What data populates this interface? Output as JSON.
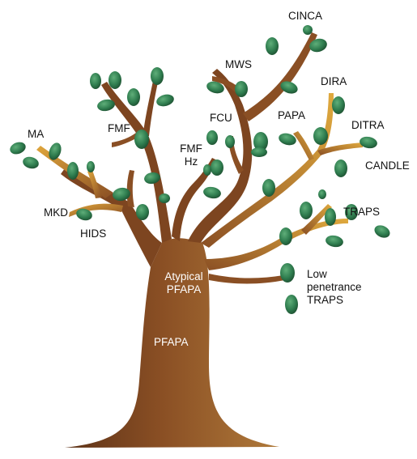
{
  "labels": {
    "cinca": "CINCA",
    "mws": "MWS",
    "dira": "DIRA",
    "papa": "PAPA",
    "fcu": "FCU",
    "ditra": "DITRA",
    "candle": "CANDLE",
    "fmf": "FMF",
    "fmf_hz_line1": "FMF",
    "fmf_hz_line2": "Hz",
    "ma": "MA",
    "mkd": "MKD",
    "hids": "HIDS",
    "traps": "TRAPS",
    "atypical_pfapa_line1": "Atypical",
    "atypical_pfapa_line2": "PFAPA",
    "low_penetrance_line1": "Low",
    "low_penetrance_line2": "penetrance",
    "low_penetrance_line3": "TRAPS",
    "pfapa": "PFAPA"
  },
  "colors": {
    "trunk_dark": "#6b3a1f",
    "trunk_light": "#a8662c",
    "branch_tip": "#d9a23a",
    "leaf": "#2f7d4f",
    "leaf_dark": "#1f5a36"
  }
}
